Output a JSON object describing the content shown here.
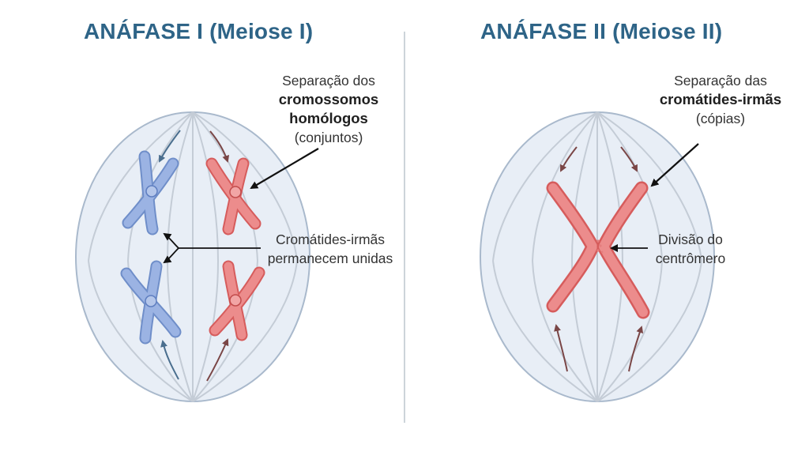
{
  "left_panel": {
    "title": "ANÁFASE I (Meiose I)",
    "note_top": {
      "line1": "Separação dos",
      "line2": "cromossomos",
      "line3": "homólogos",
      "line4": "(conjuntos)"
    },
    "note_mid": {
      "line1": "Cromátides-irmãs",
      "line2": "permanecem unidas"
    }
  },
  "right_panel": {
    "title": "ANÁFASE II (Meiose II)",
    "note_top": {
      "line1": "Separação das",
      "line2": "cromátides-irmãs",
      "line3": "(cópias)"
    },
    "note_mid": {
      "line1": "Divisão do",
      "line2": "centrômero"
    }
  },
  "colors": {
    "title": "#2e6487",
    "cell_fill": "#e8eef6",
    "cell_stroke": "#a9b9cc",
    "spindle": "#c4ccd6",
    "homolog_blue": "#8aa6dc",
    "homolog_red": "#e57d7d",
    "arrow_blue": "#4a6e8e",
    "arrow_red": "#7a4646",
    "pointer": "#111111"
  }
}
